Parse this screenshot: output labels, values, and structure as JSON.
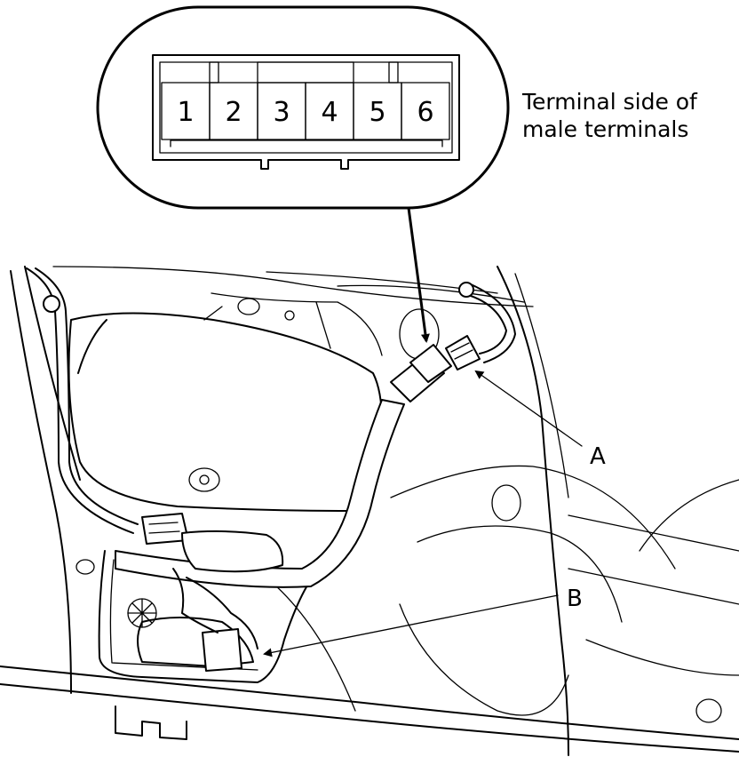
{
  "inset": {
    "pins": [
      "1",
      "2",
      "3",
      "4",
      "5",
      "6"
    ],
    "caption_line1": "Terminal side of",
    "caption_line2": "male terminals"
  },
  "callouts": {
    "a": "A",
    "b": "B"
  }
}
